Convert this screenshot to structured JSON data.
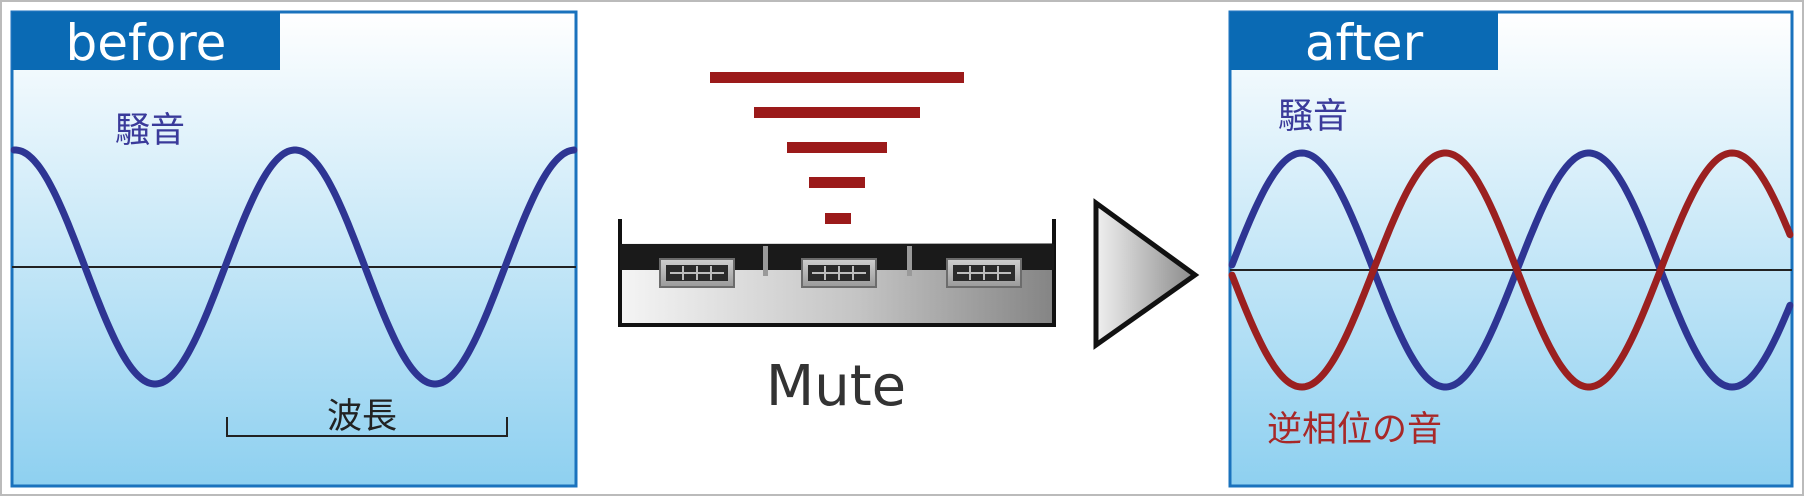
{
  "before_panel": {
    "tab_label": "before",
    "noise_label": "騒音",
    "wavelength_label": "波長"
  },
  "device": {
    "label": "Mute"
  },
  "after_panel": {
    "tab_label": "after",
    "noise_label": "騒音",
    "antiphase_label": "逆相位の音"
  },
  "colors": {
    "panel_border": "#1a72bd",
    "tab_fill": "#0a6ab4",
    "panel_top": "#ffffff",
    "panel_bottom": "#8ed0f0",
    "noise_wave": "#2e3593",
    "antiphase_wave": "#9b2020",
    "axis_line": "#222222",
    "sound_bars": "#9b1a1a",
    "label_noise": "#3a3a9a",
    "label_antiphase": "#a82828"
  }
}
